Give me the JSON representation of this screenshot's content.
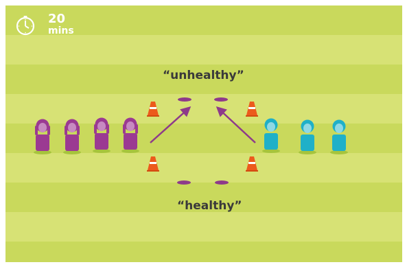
{
  "timer": {
    "value": "20",
    "unit": "mins",
    "icon": "stopwatch-icon"
  },
  "zones": {
    "top_label": "“unhealthy”",
    "bottom_label": "“healthy”"
  },
  "teams": [
    {
      "name": "purple-team",
      "color": "#9b3a92",
      "players": 4
    },
    {
      "name": "blue-team",
      "color": "#1fb0c8",
      "players": 3
    }
  ],
  "colors": {
    "field_dark": "#c9d95c",
    "field_light": "#d7e275",
    "cone": "#ec5a1c",
    "marker_disc": "#8e3a8a",
    "arrow": "#8e3a8a",
    "player_base": "#a6c43c"
  }
}
